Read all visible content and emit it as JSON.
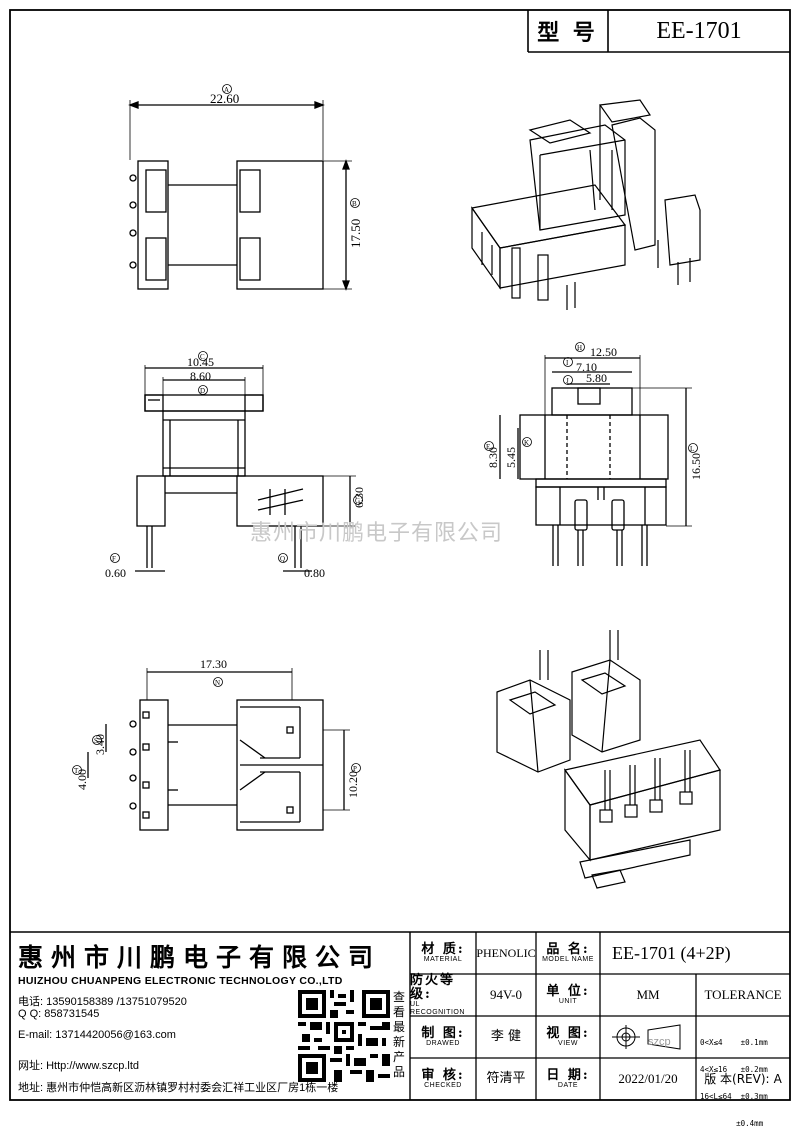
{
  "header": {
    "model_label": "型 号",
    "model_value": "EE-1701"
  },
  "dimensions": {
    "A": "22.60",
    "B": "17.50",
    "C": "10.45",
    "D": "8.60",
    "G": "6.30",
    "F": "0.60",
    "Q": "0.80",
    "H": "12.50",
    "I": "7.10",
    "J": "5.80",
    "E": "8.30",
    "K": "5.45",
    "L": "16.50",
    "N": "17.30",
    "P": "10.20",
    "S": "3.40",
    "T": "4.00"
  },
  "watermark": "惠州市川鹏电子有限公司",
  "company": {
    "name_cn": "惠州市川鹏电子有限公司",
    "name_en": "HUIZHOU CHUANPENG ELECTRONIC TECHNOLOGY CO.,LTD",
    "phone": "电话: 13590158389 /13751079520",
    "qq": "Q Q:  858731545",
    "email": "E-mail: 13714420056@163.com",
    "web": "网址:  Http://www.szcp.ltd",
    "address": "地址: 惠州市仲恺高新区沥林镇罗村村委会汇祥工业区厂房1栋一楼",
    "qr_caption": "查看最新产品"
  },
  "title_block": {
    "material_label_cn": "材 质:",
    "material_label_en": "MATERIAL",
    "material_value": "PHENOLIC",
    "name_label_cn": "品 名:",
    "name_label_en": "MODEL NAME",
    "name_value": "EE-1701 (4+2P)",
    "fire_label_cn": "防火等级:",
    "fire_label_en": "UL RECOGNITION",
    "fire_value": "94V-0",
    "unit_label_cn": "单 位:",
    "unit_label_en": "UNIT",
    "unit_value": "MM",
    "tolerance_label": "TOLERANCE",
    "drawn_label_cn": "制 图:",
    "drawn_label_en": "DRAWED",
    "drawn_value": "李 健",
    "view_label_cn": "视 图:",
    "view_label_en": "VIEW",
    "checked_label_cn": "审 核:",
    "checked_label_en": "CHECKED",
    "checked_value": "符清平",
    "date_label_cn": "日 期:",
    "date_label_en": "DATE",
    "date_value": "2022/01/20",
    "rev_label": "版 本(REV):",
    "rev_value": "A",
    "tolerance_rows": [
      "0<X≤4    ±0.1mm",
      "4<X≤16   ±0.2mm",
      "16<L≤64  ±0.3mm",
      "        ±0.4mm"
    ],
    "site_mark": "szcp"
  }
}
